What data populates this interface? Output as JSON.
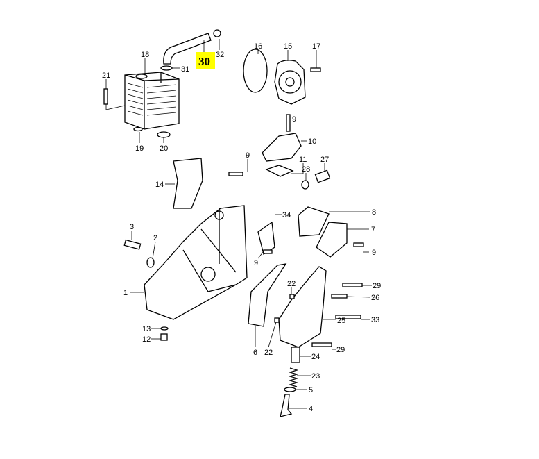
{
  "diagram": {
    "highlight_color": "#ffff00",
    "highlighted_part": "30",
    "callouts": [
      "32",
      "18",
      "31",
      "16",
      "15",
      "17",
      "21",
      "19",
      "20",
      "9",
      "10",
      "9",
      "11",
      "27",
      "28",
      "14",
      "8",
      "34",
      "7",
      "3",
      "2",
      "9",
      "9",
      "1",
      "22",
      "29",
      "26",
      "25",
      "33",
      "13",
      "12",
      "6",
      "22",
      "29",
      "24",
      "23",
      "5",
      "4"
    ]
  }
}
